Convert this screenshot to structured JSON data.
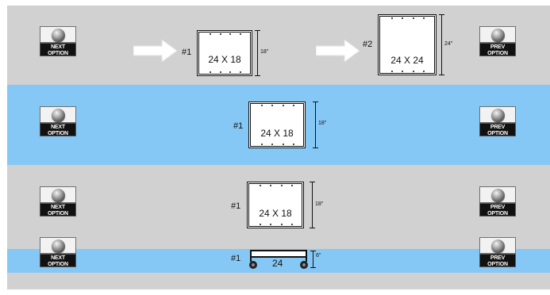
{
  "buttons": {
    "next_label": "NEXT\nOPTION",
    "prev_label": "PREV\nOPTION"
  },
  "row1": {
    "frame1": {
      "number": "#1",
      "size": "24 X 18",
      "height": "18\""
    },
    "frame2": {
      "number": "#2",
      "size": "24 X 24",
      "height": "24\""
    }
  },
  "row2": {
    "frame1": {
      "number": "#1",
      "size": "24 X 18",
      "height": "18\""
    }
  },
  "row3": {
    "frame1": {
      "number": "#1",
      "size": "24 X 18",
      "height": "18\""
    }
  },
  "row4": {
    "cart": {
      "number": "#1",
      "size": "24",
      "height": "6\""
    }
  },
  "colors": {
    "gray_band": "#d1d1d1",
    "blue_band": "#86c8f5",
    "arrow": "#ffffff"
  }
}
